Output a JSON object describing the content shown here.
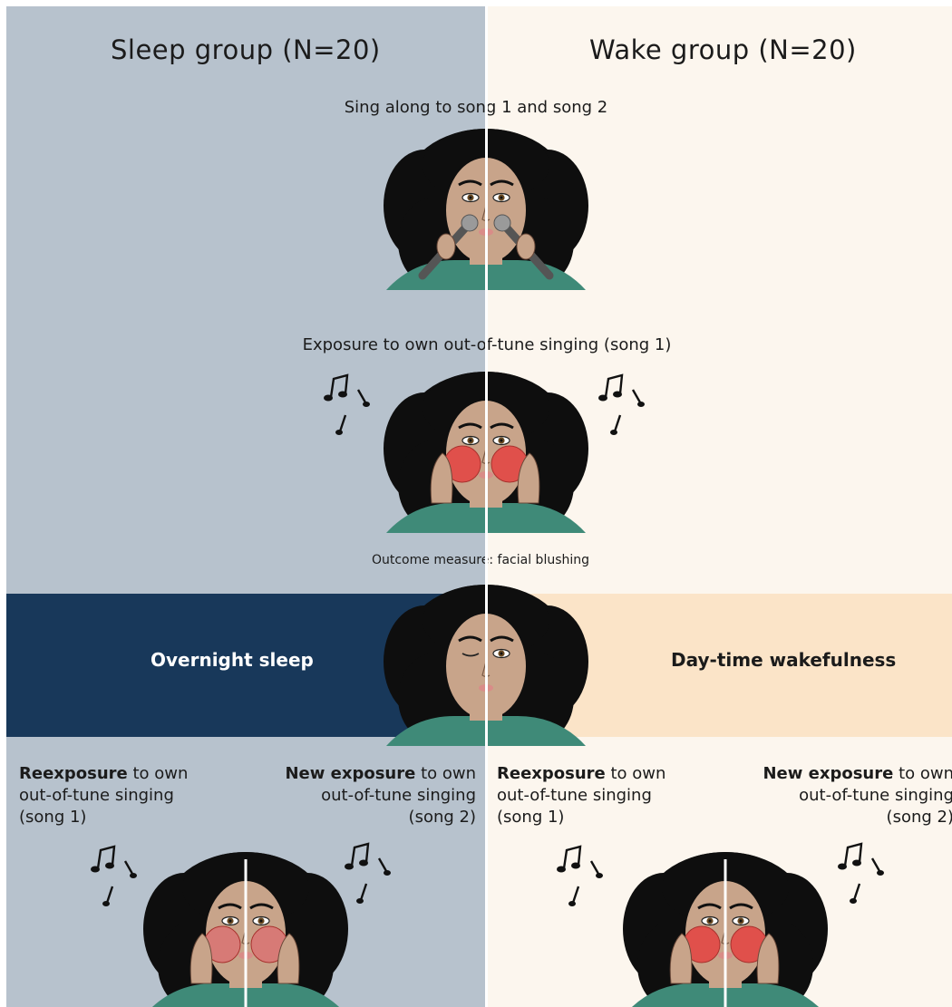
{
  "colors": {
    "sleep_bg": "#b7c2cd",
    "wake_bg": "#fcf6ee",
    "sleep_band": "#18385a",
    "wake_band": "#fbe4c8",
    "skin": "#c8a48a",
    "hair": "#0e0e0e",
    "shirt": "#3f8a78",
    "blush": "#e0504b",
    "blush_faint": "#d77a76",
    "mic": "#6b6b6b"
  },
  "groups": {
    "sleep": {
      "title": "Sleep group (N=20)"
    },
    "wake": {
      "title": "Wake group (N=20)"
    }
  },
  "steps": {
    "sing": "Sing along to song 1 and song 2",
    "exposure": "Exposure to own out-of-tune singing (song 1)",
    "outcome": "Outcome measure: facial blushing"
  },
  "bands": {
    "sleep": "Overnight sleep",
    "wake": "Day-time wakefulness"
  },
  "columns": [
    {
      "bold": "Reexposure",
      "rest": " to own",
      "line2": "out-of-tune singing",
      "line3": "(song 1)"
    },
    {
      "bold": "New exposure",
      "rest": " to own",
      "line2": "out-of-tune singing",
      "line3": "(song 2)"
    },
    {
      "bold": "Reexposure",
      "rest": " to own",
      "line2": "out-of-tune singing",
      "line3": "(song 1)"
    },
    {
      "bold": "New exposure",
      "rest": " to own",
      "line2": "out-of-tune singing",
      "line3": "(song 2)"
    }
  ],
  "icons": [
    "singer-face-icon",
    "microphone-icon",
    "music-notes-icon",
    "blushing-face-icon",
    "sleeping-face-icon"
  ]
}
